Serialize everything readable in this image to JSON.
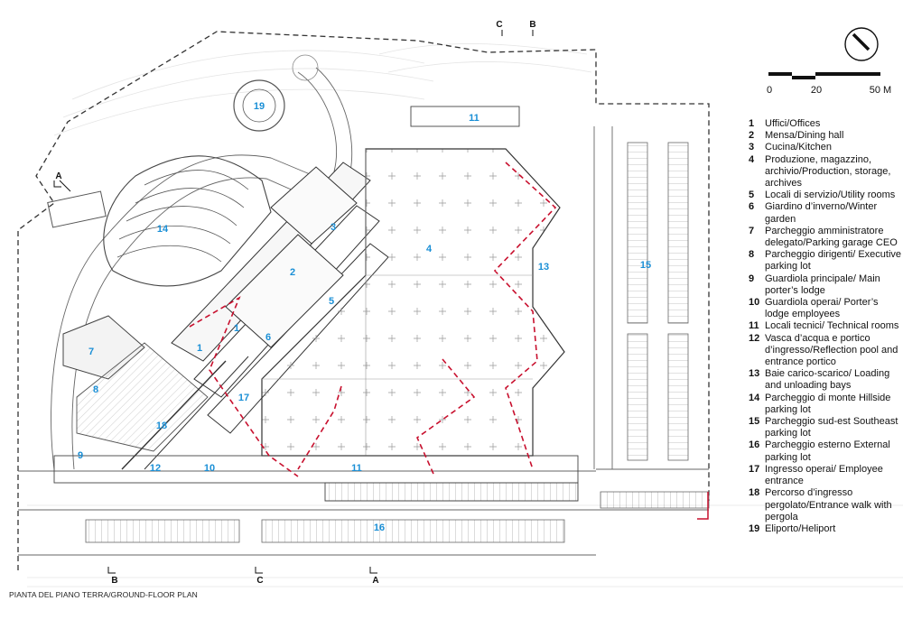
{
  "caption": "PIANTA DEL PIANO TERRA/GROUND-FLOOR PLAN",
  "scale": {
    "label_0": "0",
    "label_20": "20",
    "label_50": "50 M"
  },
  "sections": {
    "A": "A",
    "B": "B",
    "C": "C"
  },
  "plan_labels": {
    "l1": "1",
    "l1b": "1",
    "l2": "2",
    "l3": "3",
    "l4": "4",
    "l5": "5",
    "l6": "6",
    "l7": "7",
    "l8": "8",
    "l9": "9",
    "l10": "10",
    "l11a": "11",
    "l11b": "11",
    "l12": "12",
    "l13": "13",
    "l14": "14",
    "l15": "15",
    "l16": "16",
    "l17": "17",
    "l18": "18",
    "l19": "19"
  },
  "legend": [
    {
      "num": "1",
      "text": "Uffici/Offices"
    },
    {
      "num": "2",
      "text": "Mensa/Dining hall"
    },
    {
      "num": "3",
      "text": "Cucina/Kitchen"
    },
    {
      "num": "4",
      "text": "Produzione, magazzino, archivio/Production, storage, archives"
    },
    {
      "num": "5",
      "text": "Locali di servizio/Utility rooms"
    },
    {
      "num": "6",
      "text": "Giardino d’inverno/Winter garden"
    },
    {
      "num": "7",
      "text": "Parcheggio amministratore delegato/Parking garage CEO"
    },
    {
      "num": "8",
      "text": "Parcheggio dirigenti/ Executive parking lot"
    },
    {
      "num": "9",
      "text": "Guardiola principale/ Main porter’s lodge"
    },
    {
      "num": "10",
      "text": "Guardiola operai/ Porter’s lodge employees"
    },
    {
      "num": "11",
      "text": "Locali tecnici/ Technical rooms"
    },
    {
      "num": "12",
      "text": "Vasca d’acqua e portico d’ingresso/Reflection pool and entrance portico"
    },
    {
      "num": "13",
      "text": "Baie carico-scarico/ Loading and unloading bays"
    },
    {
      "num": "14",
      "text": "Parcheggio di monte Hillside parking lot"
    },
    {
      "num": "15",
      "text": "Parcheggio sud-est Southeast parking lot"
    },
    {
      "num": "16",
      "text": "Parcheggio esterno External parking lot"
    },
    {
      "num": "17",
      "text": "Ingresso operai/ Employee entrance"
    },
    {
      "num": "18",
      "text": "Percorso d’ingresso pergolato/Entrance walk with pergola"
    },
    {
      "num": "19",
      "text": "Eliporto/Heliport"
    }
  ],
  "icons": {
    "north": "north-arrow-icon"
  },
  "colors": {
    "label": "#1a8fd6",
    "route": "#c8102e",
    "line": "#333333"
  }
}
